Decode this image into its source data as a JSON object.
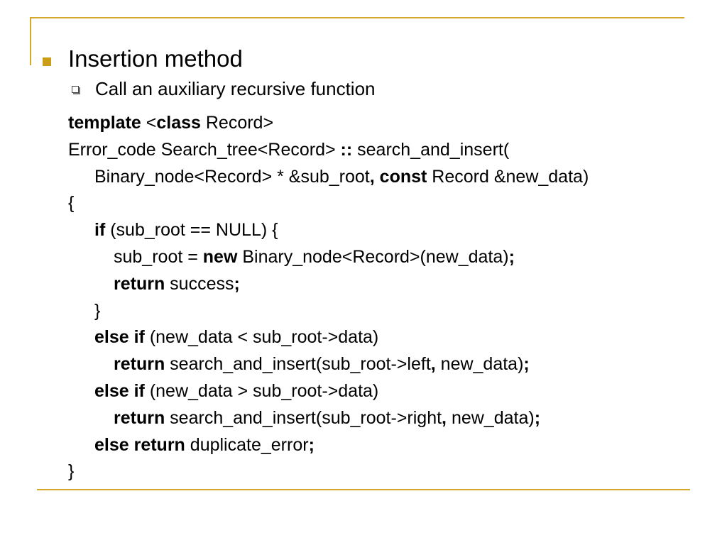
{
  "slide": {
    "bullet": "Insertion method",
    "sub_bullet": "Call an auxiliary recursive function",
    "colors": {
      "accent": "#d4a82a",
      "bullet": "#cc9d16",
      "text": "#000000"
    },
    "code_lines": [
      {
        "indent": 0,
        "segments": [
          {
            "t": "template",
            "b": true
          },
          {
            "t": " <",
            "b": false
          },
          {
            "t": "class",
            "b": true
          },
          {
            "t": " Record>",
            "b": false
          }
        ]
      },
      {
        "indent": 0,
        "segments": [
          {
            "t": "Error_code Search_tree<Record> ",
            "b": false
          },
          {
            "t": "::",
            "b": true
          },
          {
            "t": " search_and_insert(",
            "b": false
          }
        ]
      },
      {
        "indent": 1,
        "segments": [
          {
            "t": "Binary_node<Record> * &sub_root",
            "b": false
          },
          {
            "t": ",",
            "b": true
          },
          {
            "t": " ",
            "b": false
          },
          {
            "t": "const",
            "b": true
          },
          {
            "t": " Record &new_data)",
            "b": false
          }
        ]
      },
      {
        "indent": 0,
        "segments": [
          {
            "t": "{",
            "b": false
          }
        ]
      },
      {
        "indent": 1,
        "segments": [
          {
            "t": "if",
            "b": true
          },
          {
            "t": " (sub_root == NULL) {",
            "b": false
          }
        ]
      },
      {
        "indent": 2,
        "segments": [
          {
            "t": "sub_root = ",
            "b": false
          },
          {
            "t": "new",
            "b": true
          },
          {
            "t": " Binary_node<Record>(new_data)",
            "b": false
          },
          {
            "t": ";",
            "b": true
          }
        ]
      },
      {
        "indent": 2,
        "segments": [
          {
            "t": "return",
            "b": true
          },
          {
            "t": " success",
            "b": false
          },
          {
            "t": ";",
            "b": true
          }
        ]
      },
      {
        "indent": 1,
        "segments": [
          {
            "t": "}",
            "b": false
          }
        ]
      },
      {
        "indent": 1,
        "segments": [
          {
            "t": "else if",
            "b": true
          },
          {
            "t": " (new_data < sub_root->data)",
            "b": false
          }
        ]
      },
      {
        "indent": 2,
        "segments": [
          {
            "t": "return",
            "b": true
          },
          {
            "t": " search_and_insert(sub_root->left",
            "b": false
          },
          {
            "t": ",",
            "b": true
          },
          {
            "t": " new_data)",
            "b": false
          },
          {
            "t": ";",
            "b": true
          }
        ]
      },
      {
        "indent": 1,
        "segments": [
          {
            "t": "else if",
            "b": true
          },
          {
            "t": " (new_data > sub_root->data)",
            "b": false
          }
        ]
      },
      {
        "indent": 2,
        "segments": [
          {
            "t": "return",
            "b": true
          },
          {
            "t": " search_and_insert(sub_root->right",
            "b": false
          },
          {
            "t": ",",
            "b": true
          },
          {
            "t": " new_data)",
            "b": false
          },
          {
            "t": ";",
            "b": true
          }
        ]
      },
      {
        "indent": 1,
        "segments": [
          {
            "t": "else return",
            "b": true
          },
          {
            "t": " duplicate_error",
            "b": false
          },
          {
            "t": ";",
            "b": true
          }
        ]
      },
      {
        "indent": 0,
        "segments": [
          {
            "t": "}",
            "b": false
          }
        ]
      }
    ]
  }
}
